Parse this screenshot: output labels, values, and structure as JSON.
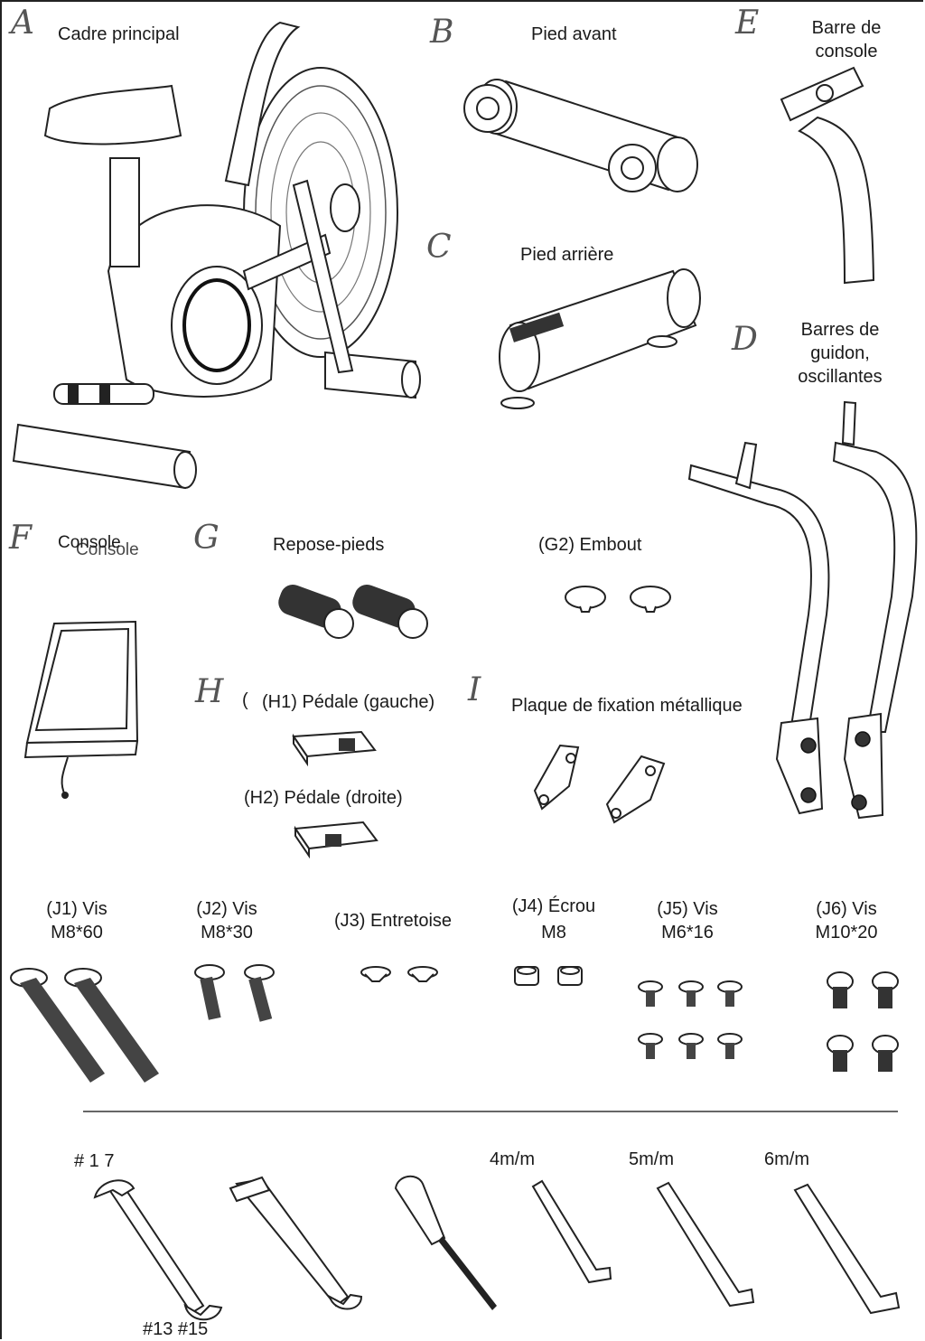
{
  "parts": {
    "A": {
      "letter": "A",
      "label": "Cadre principal"
    },
    "B": {
      "letter": "B",
      "label": "Pied avant"
    },
    "C": {
      "letter": "C",
      "label": "Pied arrière"
    },
    "D": {
      "letter": "D",
      "label": "Barres de guidon, oscillantes"
    },
    "E": {
      "letter": "E",
      "label": "Barre de console"
    },
    "F": {
      "letter": "F",
      "label": "Console"
    },
    "G": {
      "letter": "G",
      "label": "Repose-pieds"
    },
    "G2": {
      "label": "(G2) Embout"
    },
    "H": {
      "letter": "H",
      "paren": "("
    },
    "H1": {
      "label": "(H1) Pédale (gauche)"
    },
    "H2": {
      "label": "(H2) Pédale (droite)"
    },
    "I": {
      "letter": "I",
      "label": "Plaque de fixation métallique"
    }
  },
  "hardware": [
    {
      "id": "J1",
      "line1": "(J1) Vis",
      "line2": "M8*60"
    },
    {
      "id": "J2",
      "line1": "(J2) Vis",
      "line2": "M8*30"
    },
    {
      "id": "J3",
      "line1": "(J3) Entretoise",
      "line2": ""
    },
    {
      "id": "J4",
      "line1": "(J4) Écrou",
      "line2": "M8"
    },
    {
      "id": "J5",
      "line1": "(J5) Vis",
      "line2": "M6*16"
    },
    {
      "id": "J6",
      "line1": "(J6) Vis",
      "line2": "M10*20"
    }
  ],
  "tools": {
    "wrench_top": "# 1 7",
    "wrench_bottom": "#13 #15",
    "hex4": "4m/m",
    "hex5": "5m/m",
    "hex6": "6m/m"
  }
}
